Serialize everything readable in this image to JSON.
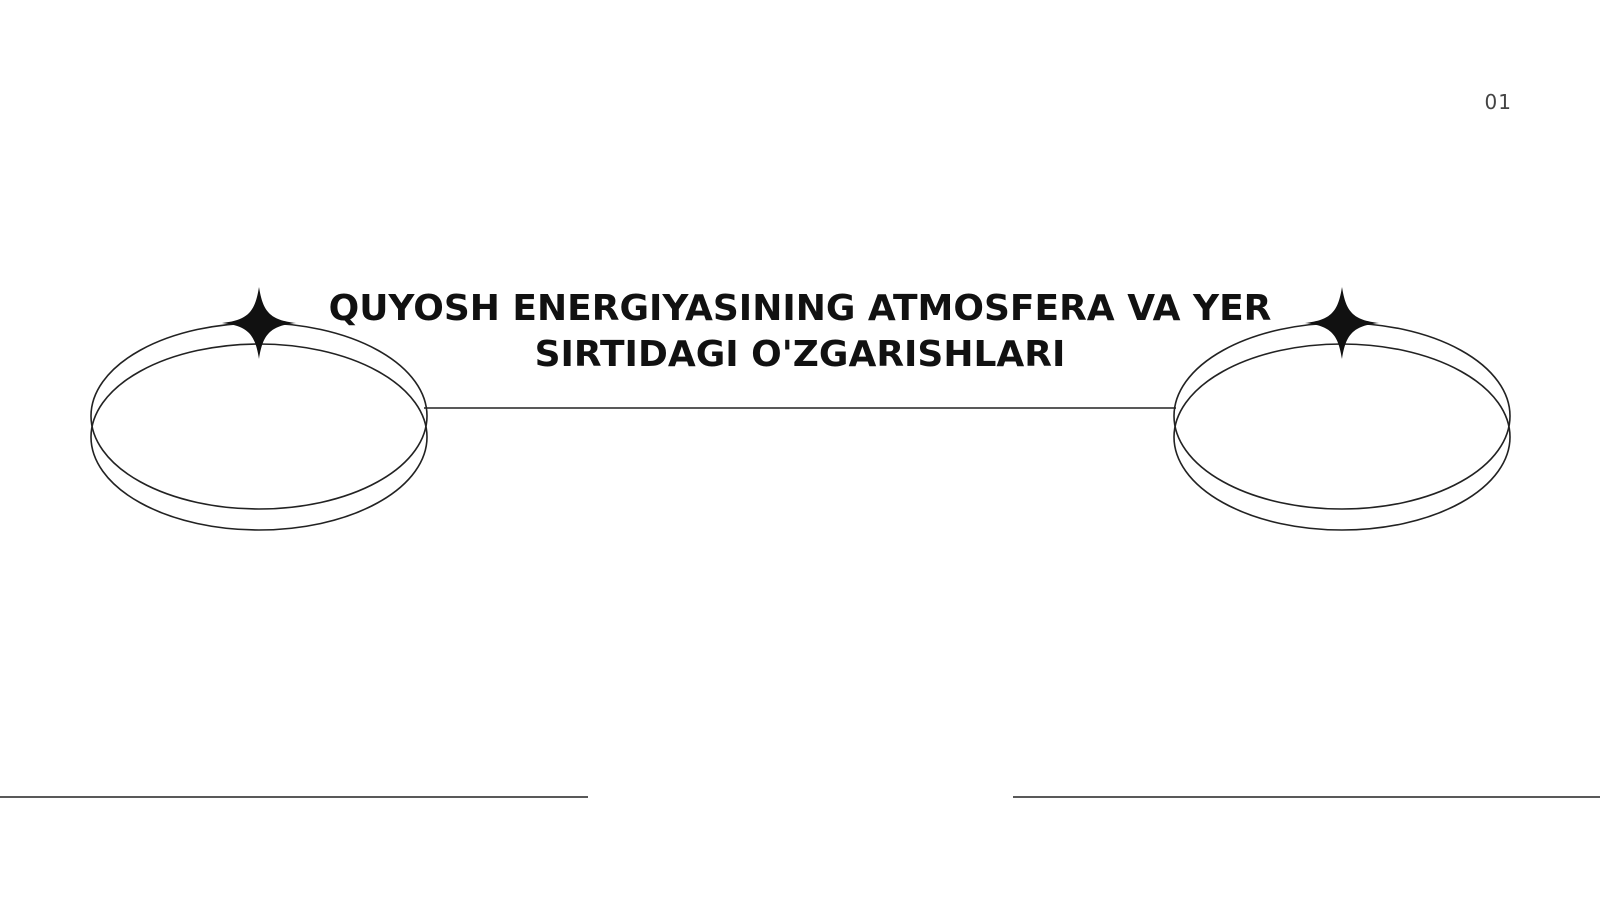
{
  "slide": {
    "page_number": "01",
    "title_line_1": "QUYOSH ENERGIYASINING ATMOSFERA VA YER",
    "title_line_2": "SIRTIDAGI O'ZGARISHLARI"
  },
  "decorations": {
    "left_ring_icon": "double-ring-icon",
    "right_ring_icon": "double-ring-icon",
    "sparkle_icon": "four-point-star-icon",
    "stroke_color": "#222222",
    "star_color": "#111111"
  }
}
